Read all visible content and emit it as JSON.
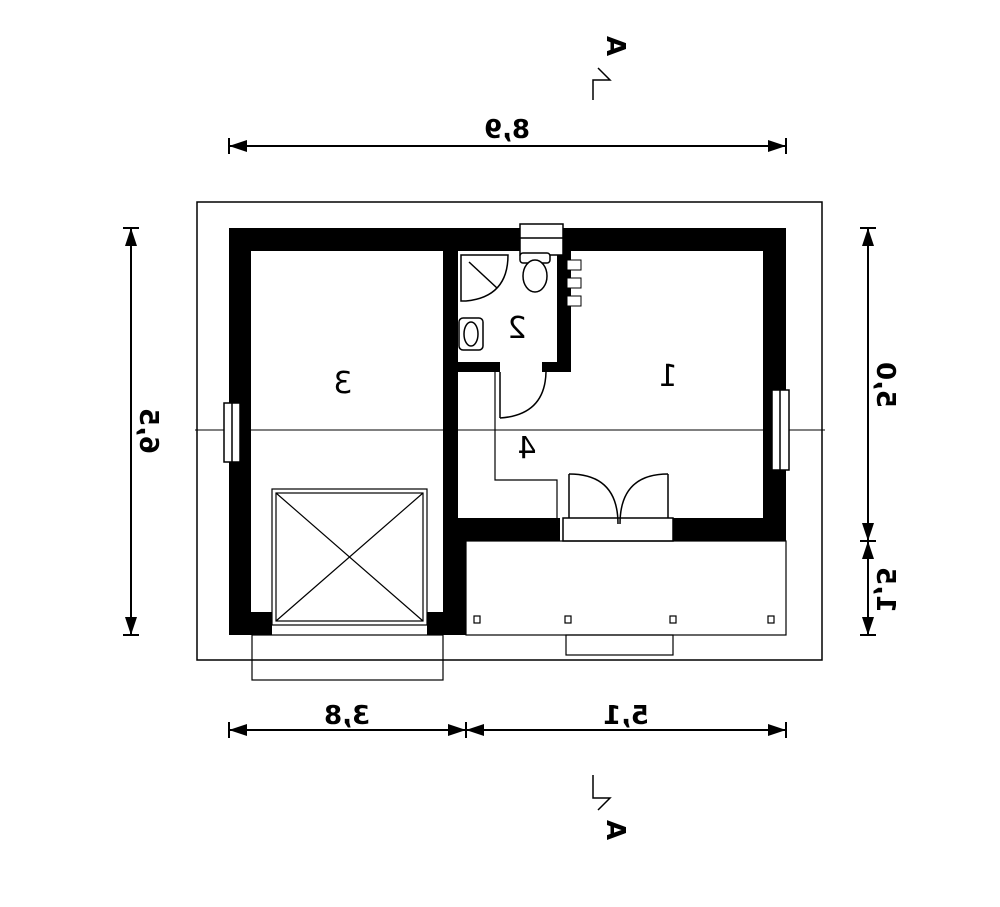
{
  "section_marker": {
    "top": "A",
    "bottom": "A"
  },
  "dimensions": {
    "total_width": "8,9",
    "total_depth": "6,5",
    "right_upper": "5,0",
    "right_lower": "1,5",
    "bottom_left": "3,8",
    "bottom_right": "5,1"
  },
  "rooms": [
    {
      "number": "1"
    },
    {
      "number": "2"
    },
    {
      "number": "3"
    },
    {
      "number": "4"
    }
  ]
}
